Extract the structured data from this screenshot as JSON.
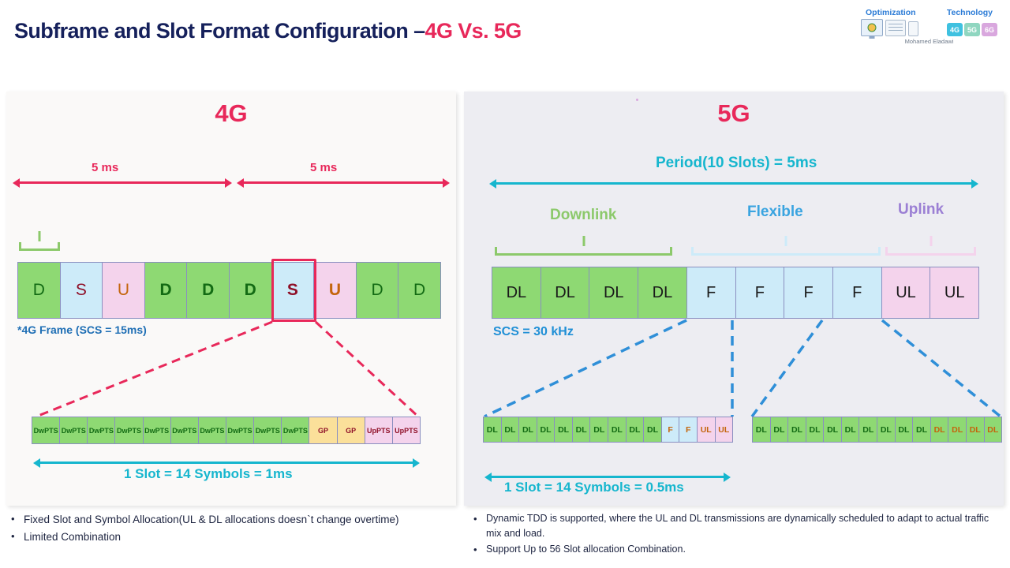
{
  "header": {
    "title_main": "Subframe and Slot Format Configuration –",
    "title_accent": "4G Vs. 5G",
    "logo": {
      "word_left": "Optimization",
      "word_right": "Technology",
      "author": "Mohamed Eladawi",
      "gens": [
        "4G",
        "5G",
        "6G"
      ]
    }
  },
  "colors": {
    "accent_red": "#E8285A",
    "title_navy": "#15205B",
    "cyan": "#16B6CE",
    "blue_label": "#1F6FB5",
    "downlink_green": "#8ED973",
    "flexible_blue": "#CDEBF9",
    "uplink_pink": "#F4D3EC",
    "gp_yellow": "#FBE09A",
    "panel_4g_bg": "#FAF9F8",
    "panel_5g_bg": "#EDEDF2"
  },
  "panel_4g": {
    "title": "4G",
    "half_frame_label_left": "5 ms",
    "half_frame_label_right": "5 ms",
    "subframes": [
      {
        "label": "D",
        "kind": "green",
        "bold": false
      },
      {
        "label": "S",
        "kind": "blue",
        "bold": false
      },
      {
        "label": "U",
        "kind": "pink",
        "bold": false
      },
      {
        "label": "D",
        "kind": "green",
        "bold": true
      },
      {
        "label": "D",
        "kind": "green",
        "bold": true
      },
      {
        "label": "D",
        "kind": "green",
        "bold": true
      },
      {
        "label": "S",
        "kind": "blue",
        "bold": true
      },
      {
        "label": "U",
        "kind": "pink",
        "bold": true
      },
      {
        "label": "D",
        "kind": "green",
        "bold": false
      },
      {
        "label": "D",
        "kind": "green",
        "bold": false
      }
    ],
    "highlighted_index": 6,
    "frame_note": "*4G Frame (SCS = 15ms)",
    "symbols": [
      {
        "label": "DwPTS",
        "kind": "green"
      },
      {
        "label": "DwPTS",
        "kind": "green"
      },
      {
        "label": "DwPTS",
        "kind": "green"
      },
      {
        "label": "DwPTS",
        "kind": "green"
      },
      {
        "label": "DwPTS",
        "kind": "green"
      },
      {
        "label": "DwPTS",
        "kind": "green"
      },
      {
        "label": "DwPTS",
        "kind": "green"
      },
      {
        "label": "DwPTS",
        "kind": "green"
      },
      {
        "label": "DwPTS",
        "kind": "green"
      },
      {
        "label": "DwPTS",
        "kind": "green"
      },
      {
        "label": "GP",
        "kind": "yellow"
      },
      {
        "label": "GP",
        "kind": "yellow"
      },
      {
        "label": "UpPTS",
        "kind": "pink"
      },
      {
        "label": "UpPTS",
        "kind": "pink"
      }
    ],
    "slot_label": "1 Slot = 14 Symbols = 1ms",
    "bullets": [
      "Fixed Slot and Symbol Allocation(UL & DL allocations doesn`t change overtime)",
      "Limited Combination"
    ]
  },
  "panel_5g": {
    "title": "5G",
    "period_label": "Period(10 Slots) = 5ms",
    "group_labels": [
      {
        "text": "Downlink",
        "color": "#8CC96B"
      },
      {
        "text": "Flexible",
        "color": "#3AA4E0"
      },
      {
        "text": "Uplink",
        "color": "#9B7FD4"
      }
    ],
    "slots": [
      {
        "label": "DL",
        "kind": "green"
      },
      {
        "label": "DL",
        "kind": "green"
      },
      {
        "label": "DL",
        "kind": "green"
      },
      {
        "label": "DL",
        "kind": "green"
      },
      {
        "label": "F",
        "kind": "blue"
      },
      {
        "label": "F",
        "kind": "blue"
      },
      {
        "label": "F",
        "kind": "blue"
      },
      {
        "label": "F",
        "kind": "blue"
      },
      {
        "label": "UL",
        "kind": "pink"
      },
      {
        "label": "UL",
        "kind": "pink"
      }
    ],
    "scs_note": "SCS = 30 kHz",
    "symbols_a": [
      {
        "label": "DL",
        "kind": "green",
        "tone": "dark-green"
      },
      {
        "label": "DL",
        "kind": "green",
        "tone": "dark-green"
      },
      {
        "label": "DL",
        "kind": "green",
        "tone": "dark-green"
      },
      {
        "label": "DL",
        "kind": "green",
        "tone": "dark-green"
      },
      {
        "label": "DL",
        "kind": "green",
        "tone": "dark-green"
      },
      {
        "label": "DL",
        "kind": "green",
        "tone": "dark-green"
      },
      {
        "label": "DL",
        "kind": "green",
        "tone": "dark-green"
      },
      {
        "label": "DL",
        "kind": "green",
        "tone": "dark-green"
      },
      {
        "label": "DL",
        "kind": "green",
        "tone": "dark-green"
      },
      {
        "label": "DL",
        "kind": "green",
        "tone": "dark-green"
      },
      {
        "label": "F",
        "kind": "blue",
        "tone": "orange"
      },
      {
        "label": "F",
        "kind": "blue",
        "tone": "orange"
      },
      {
        "label": "UL",
        "kind": "pink",
        "tone": "orange"
      },
      {
        "label": "UL",
        "kind": "pink",
        "tone": "orange"
      }
    ],
    "symbols_b": [
      {
        "label": "DL",
        "kind": "green",
        "tone": "dark-green"
      },
      {
        "label": "DL",
        "kind": "green",
        "tone": "dark-green"
      },
      {
        "label": "DL",
        "kind": "green",
        "tone": "dark-green"
      },
      {
        "label": "DL",
        "kind": "green",
        "tone": "dark-green"
      },
      {
        "label": "DL",
        "kind": "green",
        "tone": "dark-green"
      },
      {
        "label": "DL",
        "kind": "green",
        "tone": "dark-green"
      },
      {
        "label": "DL",
        "kind": "green",
        "tone": "dark-green"
      },
      {
        "label": "DL",
        "kind": "green",
        "tone": "dark-green"
      },
      {
        "label": "DL",
        "kind": "green",
        "tone": "dark-green"
      },
      {
        "label": "DL",
        "kind": "green",
        "tone": "dark-green"
      },
      {
        "label": "DL",
        "kind": "green",
        "tone": "orange"
      },
      {
        "label": "DL",
        "kind": "green",
        "tone": "orange"
      },
      {
        "label": "DL",
        "kind": "green",
        "tone": "orange"
      },
      {
        "label": "DL",
        "kind": "green",
        "tone": "orange"
      }
    ],
    "slot_label": "1 Slot = 14 Symbols = 0.5ms",
    "bullets": [
      "Dynamic TDD is supported, where the UL and DL transmissions are dynamically scheduled to adapt to actual traffic mix and load.",
      "Support Up to 56 Slot allocation Combination."
    ]
  }
}
